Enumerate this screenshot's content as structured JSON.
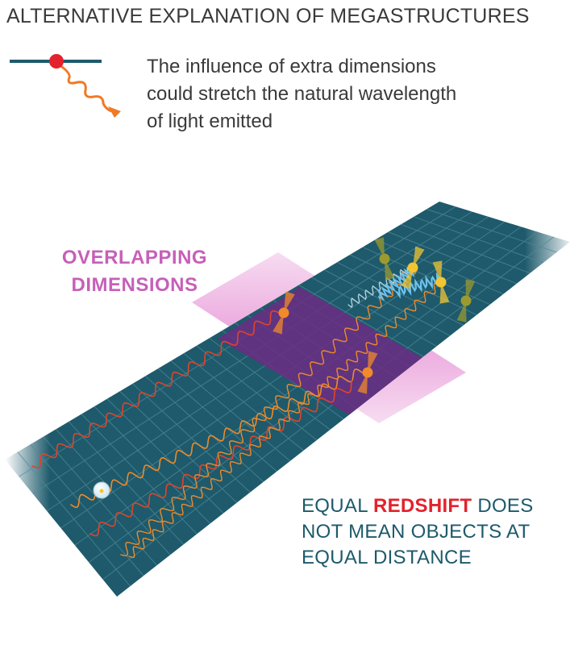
{
  "title": "ALTERNATIVE EXPLANATION OF MEGASTRUCTURES",
  "legend": {
    "lines": [
      "The influence of extra dimensions",
      "could stretch the natural wavelength",
      "of light emitted"
    ]
  },
  "overlap_label": [
    "OVERLAPPING",
    "DIMENSIONS"
  ],
  "caption": {
    "line1_prefix": "EQUAL ",
    "line1_accent": "REDSHIFT",
    "line1_suffix": " DOES",
    "line2": "NOT MEAN OBJECTS AT",
    "line3": "EQUAL DISTANCE"
  },
  "colors": {
    "text": "#3a3a3a",
    "plane": "#1e5a6b",
    "grid": "#4f8a98",
    "overlap_band": "#e89ad8",
    "overlap_on_plane": "#6b2d82",
    "wave_red": "#e0442a",
    "wave_orange": "#ef8a2a",
    "wave_blue": "#6ec2ee",
    "star_orange": "#f08a2a",
    "star_yellow": "#f2c531",
    "star_olive": "#9b9a2f",
    "emitter_red": "#e2232d",
    "caption": "#1d5a6b",
    "caption_accent": "#e3222b",
    "overlap_label": "#c660b8"
  },
  "icons": [
    "emitter-line-icon",
    "observer-icon",
    "star-icon"
  ]
}
